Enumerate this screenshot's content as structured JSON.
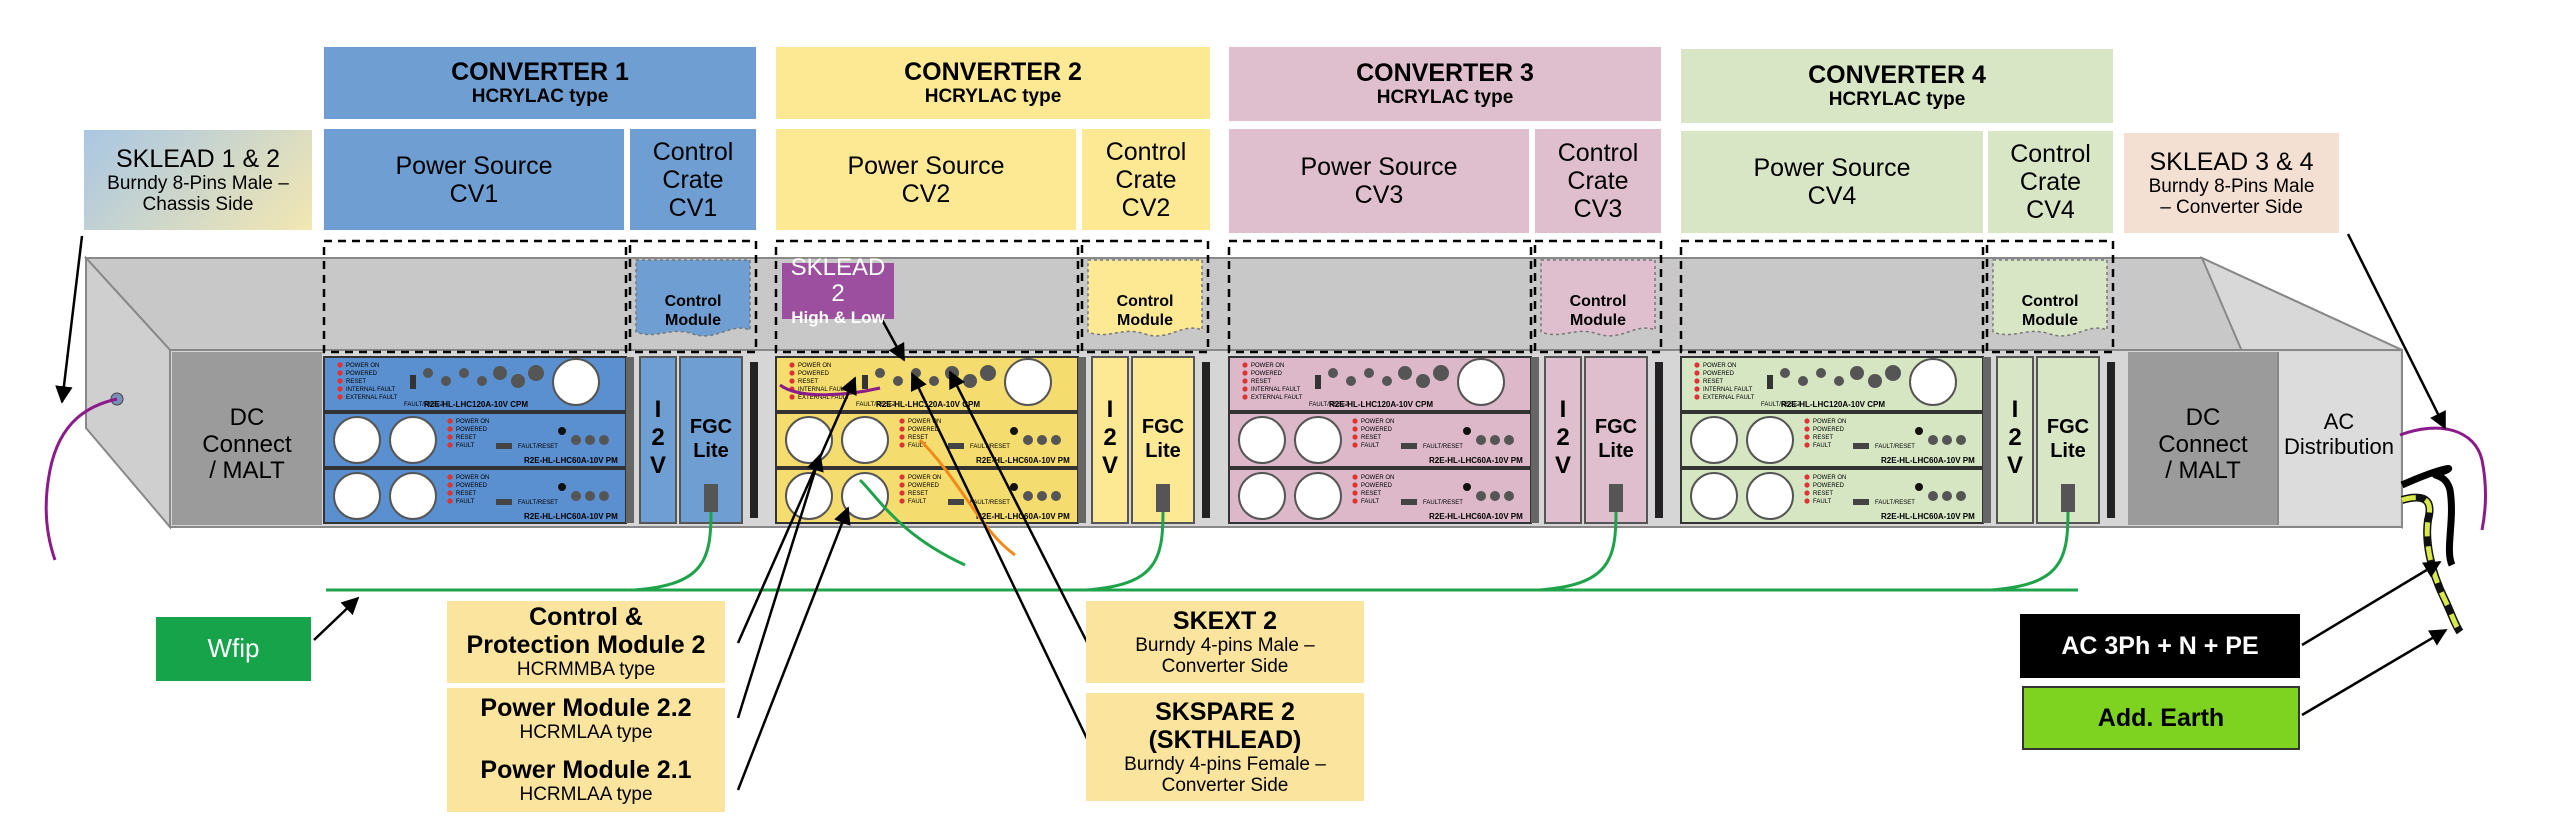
{
  "converters": [
    {
      "title": "CONVERTER 1",
      "type": "HCRYLAC type",
      "power_source": [
        "Power Source",
        "CV1"
      ],
      "control_crate": [
        "Control",
        "Crate",
        "CV1"
      ],
      "color": "#6f9fd2",
      "panel": "#5a8fd0",
      "cpm_label": "R2E-HL-LHC120A-10V CPM",
      "pm_label": "R2E-HL-LHC60A-10V PM"
    },
    {
      "title": "CONVERTER 2",
      "type": "HCRYLAC type",
      "power_source": [
        "Power Source",
        "CV2"
      ],
      "control_crate": [
        "Control",
        "Crate",
        "CV2"
      ],
      "color": "#fde894",
      "panel": "#f4dc6e",
      "cpm_label": "R2E-HL-LHC120A-10V CPM",
      "pm_label": "R2E-HL-LHC60A-10V PM"
    },
    {
      "title": "CONVERTER 3",
      "type": "HCRYLAC type",
      "power_source": [
        "Power Source",
        "CV3"
      ],
      "control_crate": [
        "Control",
        "Crate",
        "CV3"
      ],
      "color": "#dfbfcd",
      "panel": "#dcb8c8",
      "cpm_label": "R2E-HL-LHC120A-10V CPM",
      "pm_label": "R2E-HL-LHC60A-10V PM"
    },
    {
      "title": "CONVERTER 4",
      "type": "HCRYLAC type",
      "power_source": [
        "Power Source",
        "CV4"
      ],
      "control_crate": [
        "Control",
        "Crate",
        "CV4"
      ],
      "color": "#d8e6c6",
      "panel": "#d6e6c2",
      "cpm_label": "R2E-HL-LHC120A-10V CPM",
      "pm_label": "R2E-HL-LHC60A-10V PM"
    }
  ],
  "sklead_left": {
    "title": "SKLEAD 1 & 2",
    "sub": [
      "Burndy 8-Pins Male –",
      "Chassis Side"
    ]
  },
  "sklead_right": {
    "title": "SKLEAD 3 & 4",
    "sub": [
      "Burndy 8-Pins Male",
      "– Converter Side"
    ]
  },
  "sklead2": {
    "title": "SKLEAD 2",
    "sub": "High & Low"
  },
  "control_module": [
    "Control",
    "Module"
  ],
  "i2v": [
    "I",
    "2",
    "V"
  ],
  "fgc": [
    "FGC",
    "Lite"
  ],
  "dc_connect": [
    "DC",
    "Connect",
    "/ MALT"
  ],
  "ac_distribution": [
    "AC",
    "Distribution"
  ],
  "wfip": "Wfip",
  "ac_power": "AC 3Ph + N + PE",
  "add_earth": "Add. Earth",
  "callouts_left": [
    {
      "title": [
        "Control &",
        "Protection Module 2"
      ],
      "sub": "HCRMMBA type"
    },
    {
      "title": [
        "Power Module 2.2"
      ],
      "sub": "HCRMLAA type"
    },
    {
      "title": [
        "Power Module 2.1"
      ],
      "sub": "HCRMLAA type"
    }
  ],
  "callouts_right": [
    {
      "title": [
        "SKEXT 2"
      ],
      "sub": [
        "Burndy 4-pins Male –",
        "Converter Side"
      ]
    },
    {
      "title": [
        "SKSPARE 2",
        "(SKTHLEAD)"
      ],
      "sub": [
        "Burndy 4-pins Female –",
        "Converter Side"
      ]
    }
  ],
  "panel_text": {
    "status": [
      "POWER ON",
      "POWERED",
      "RESET",
      "INTERNAL FAULT",
      "EXTERNAL FAULT"
    ],
    "pm_status": [
      "POWER ON",
      "POWERED",
      "RESET",
      "FAULT"
    ],
    "fault_reset": "FAULT/RESET"
  },
  "colors": {
    "wire_green": "#1fa34a",
    "wfip_green": "#16a34a",
    "add_earth": "#7ed321",
    "ac_black": "#000000",
    "sklead2_purple": "#9b4f9e",
    "chassis_front": "#d3d3d3",
    "chassis_top": "#c4c4c4",
    "dark_panel": "#9a9a9a"
  }
}
